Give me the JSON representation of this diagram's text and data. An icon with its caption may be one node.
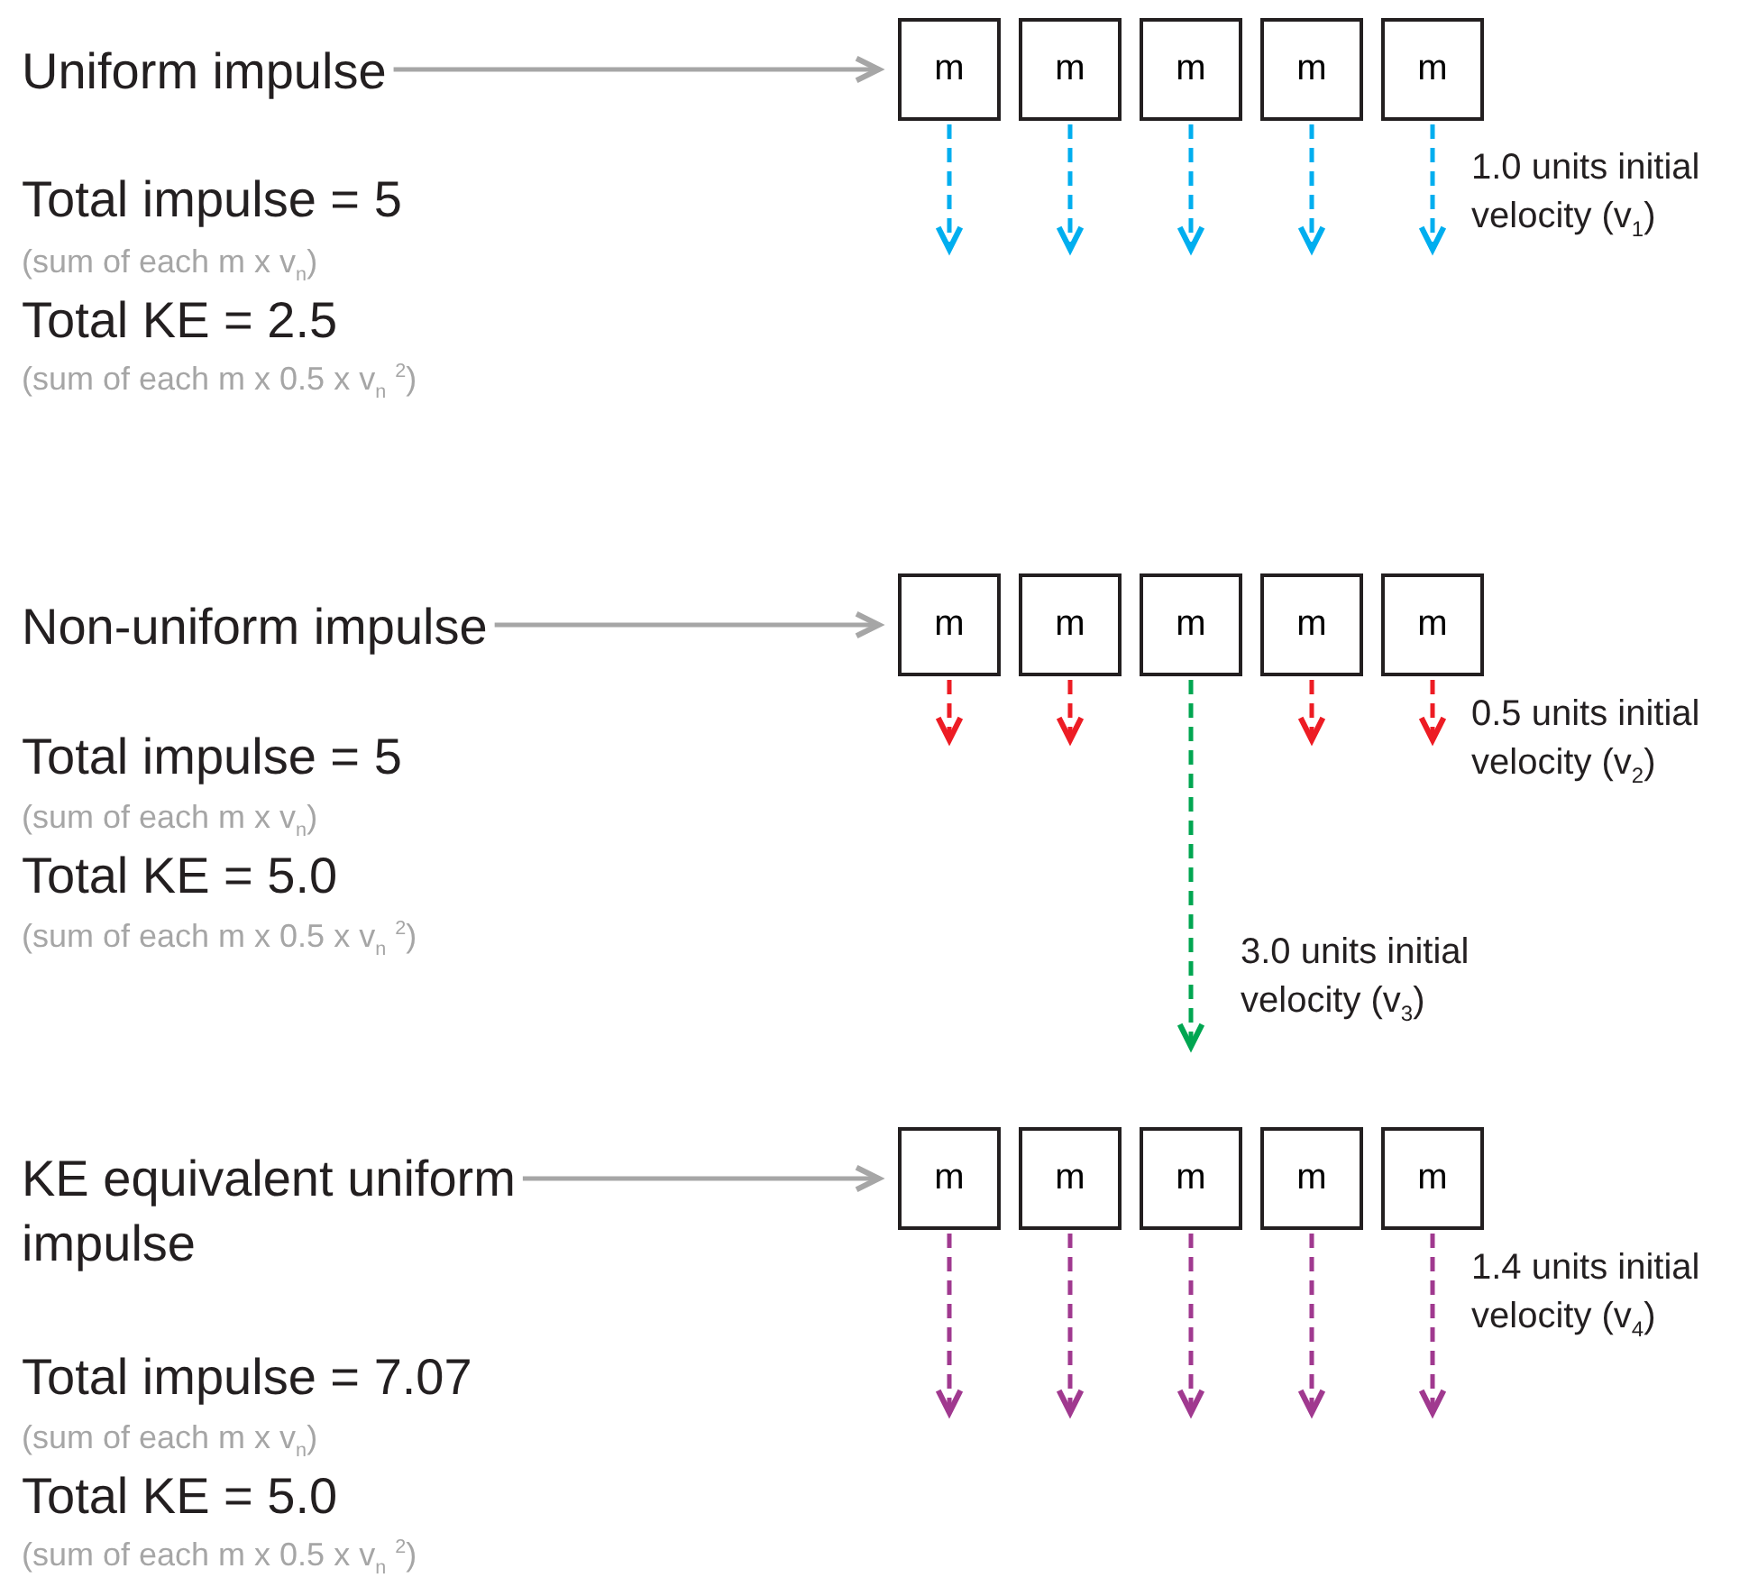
{
  "diagram": {
    "nodes": [
      {
        "text": [
          "Uniform impulse"
        ]
      },
      {
        "text": [
          "m"
        ]
      },
      {
        "text": [
          "m"
        ]
      },
      {
        "text": [
          "m"
        ]
      },
      {
        "text": [
          "m"
        ]
      },
      {
        "text": [
          "m"
        ]
      },
      {
        "text": [
          "Non-uniform impulse"
        ]
      },
      {
        "text": [
          "m"
        ]
      },
      {
        "text": [
          "m"
        ]
      },
      {
        "text": [
          "m"
        ]
      },
      {
        "text": [
          "m"
        ]
      },
      {
        "text": [
          "m"
        ]
      },
      {
        "text": [
          "KE equivalent uniform impulse"
        ]
      },
      {
        "text": [
          "m"
        ]
      },
      {
        "text": [
          "m"
        ]
      },
      {
        "text": [
          "m"
        ]
      },
      {
        "text": [
          "m"
        ]
      },
      {
        "text": [
          "m"
        ]
      }
    ],
    "edges": [
      {
        "from": 0,
        "to": 1,
        "arrow": "to",
        "color": "#a6a6a6"
      },
      {
        "from": 1,
        "to": null,
        "arrow": "to",
        "style": "dashed",
        "color": "#00aeef"
      },
      {
        "from": 2,
        "to": null,
        "arrow": "to",
        "style": "dashed",
        "color": "#00aeef"
      },
      {
        "from": 3,
        "to": null,
        "arrow": "to",
        "style": "dashed",
        "color": "#00aeef"
      },
      {
        "from": 4,
        "to": null,
        "arrow": "to",
        "style": "dashed",
        "color": "#00aeef"
      },
      {
        "from": 5,
        "to": null,
        "arrow": "to",
        "style": "dashed",
        "color": "#00aeef"
      },
      {
        "from": 6,
        "to": 7,
        "arrow": "to",
        "color": "#a6a6a6"
      },
      {
        "from": 7,
        "to": null,
        "arrow": "to",
        "style": "dashed",
        "color": "#ed1c24"
      },
      {
        "from": 8,
        "to": null,
        "arrow": "to",
        "style": "dashed",
        "color": "#ed1c24"
      },
      {
        "from": 9,
        "to": null,
        "arrow": "to",
        "style": "dashed",
        "color": "#00a651"
      },
      {
        "from": 10,
        "to": null,
        "arrow": "to",
        "style": "dashed",
        "color": "#ed1c24"
      },
      {
        "from": 11,
        "to": null,
        "arrow": "to",
        "style": "dashed",
        "color": "#ed1c24"
      },
      {
        "from": 12,
        "to": 13,
        "arrow": "to",
        "color": "#a6a6a6"
      },
      {
        "from": 13,
        "to": null,
        "arrow": "to",
        "style": "dashed",
        "color": "#a0398f"
      },
      {
        "from": 14,
        "to": null,
        "arrow": "to",
        "style": "dashed",
        "color": "#a0398f"
      },
      {
        "from": 15,
        "to": null,
        "arrow": "to",
        "style": "dashed",
        "color": "#a0398f"
      },
      {
        "from": 16,
        "to": null,
        "arrow": "to",
        "style": "dashed",
        "color": "#a0398f"
      },
      {
        "from": 17,
        "to": null,
        "arrow": "to",
        "style": "dashed",
        "color": "#a0398f"
      }
    ],
    "labels": [
      "Total impulse = 5",
      "(sum of each m x v$_{n}$)",
      "Total KE = 2.5",
      "(sum of each m x 0.5 x v$_{n}$ $^{2}$)",
      "1.0 units initial velocity (v$_{1}$)",
      "Total impulse = 5",
      "(sum of each m x v$_{n}$)",
      "Total KE = 5.0",
      "(sum of each m x 0.5 x v$_{n}$ $^{2}$)",
      "0.5 units initial velocity (v$_{2}$)",
      "3.0 units initial velocity (v$_{3}$)",
      "Total impulse = 7.07",
      "(sum of each m x v$_{n}$)",
      "Total KE = 5.0",
      "(sum of each m x 0.5 x v$_{n}$ $^{2}$)",
      "1.4 units initial velocity (v$_{4}$)"
    ]
  }
}
